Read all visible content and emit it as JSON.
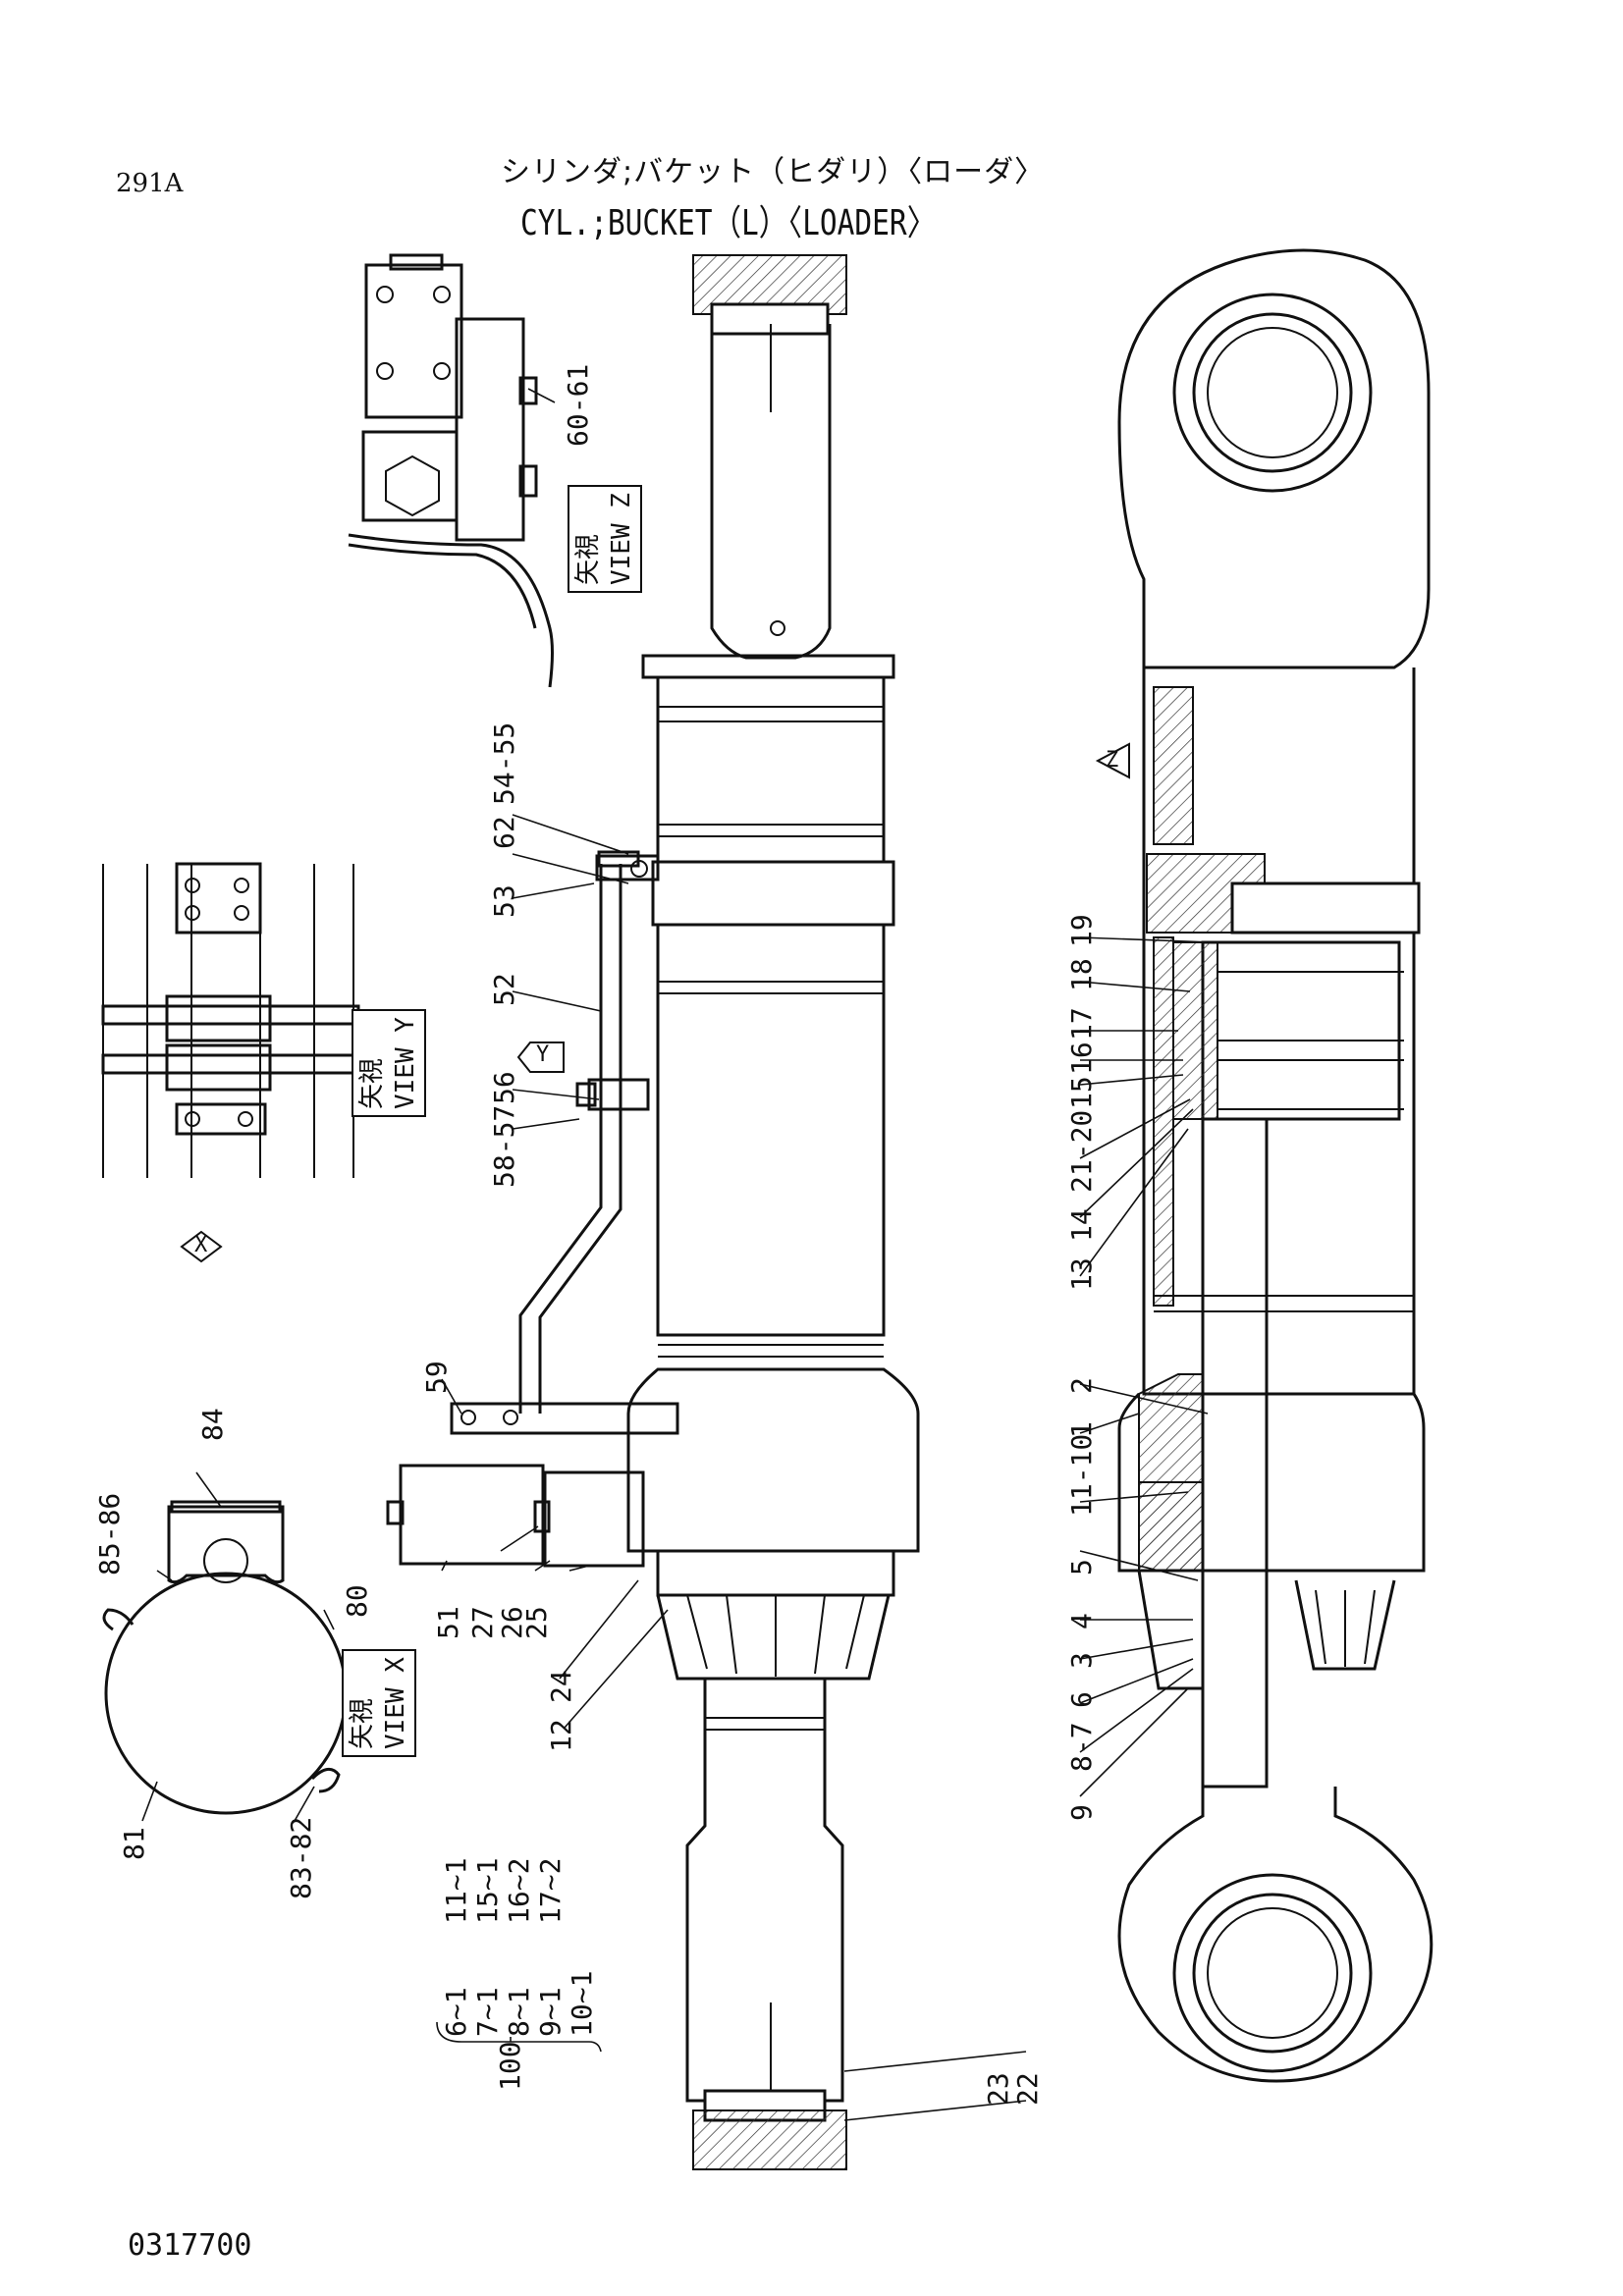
{
  "sheet": {
    "page_number": "291A",
    "title_jp": "シリンダ;バケット（ヒダリ）〈ローダ〉",
    "title_en": "CYL.;BUCKET（L）〈LOADER〉",
    "drawing_number": "0317700"
  },
  "views": {
    "z_jp": "矢視",
    "z_en": "VIEW Z",
    "y_jp": "矢視",
    "y_en": "VIEW Y",
    "x_jp": "矢視",
    "x_en": "VIEW X",
    "marker_z": "Z",
    "marker_y": "Y",
    "marker_x": "X"
  },
  "callouts": {
    "c60_61": "60-61",
    "c54_55": "54-55",
    "c62": "62",
    "c53": "53",
    "c52": "52",
    "c56": "56",
    "c58_57": "58-57",
    "c59": "59",
    "c51": "51",
    "c27": "27",
    "c26": "26",
    "c25": "25",
    "c24": "24",
    "c12": "12",
    "c84": "84",
    "c85_86": "85-86",
    "c80": "80",
    "c81": "81",
    "c83_82": "83-82",
    "c19": "19",
    "c18": "18",
    "c17": "17",
    "c16": "16",
    "c15": "15",
    "c21_20": "21-20",
    "c14": "14",
    "c13": "13",
    "c2": "2",
    "c1": "1",
    "c11_10": "11-10",
    "c5": "5",
    "c4": "4",
    "c3": "3",
    "c6": "6",
    "c8_7": "8-7",
    "c9": "9",
    "c23": "23",
    "c22": "22"
  },
  "kit": {
    "number": "100",
    "col1": [
      "6~1",
      "7~1",
      "8~1",
      "9~1",
      "10~1"
    ],
    "col2": [
      "11~1",
      "15~1",
      "16~2",
      "17~2"
    ]
  }
}
